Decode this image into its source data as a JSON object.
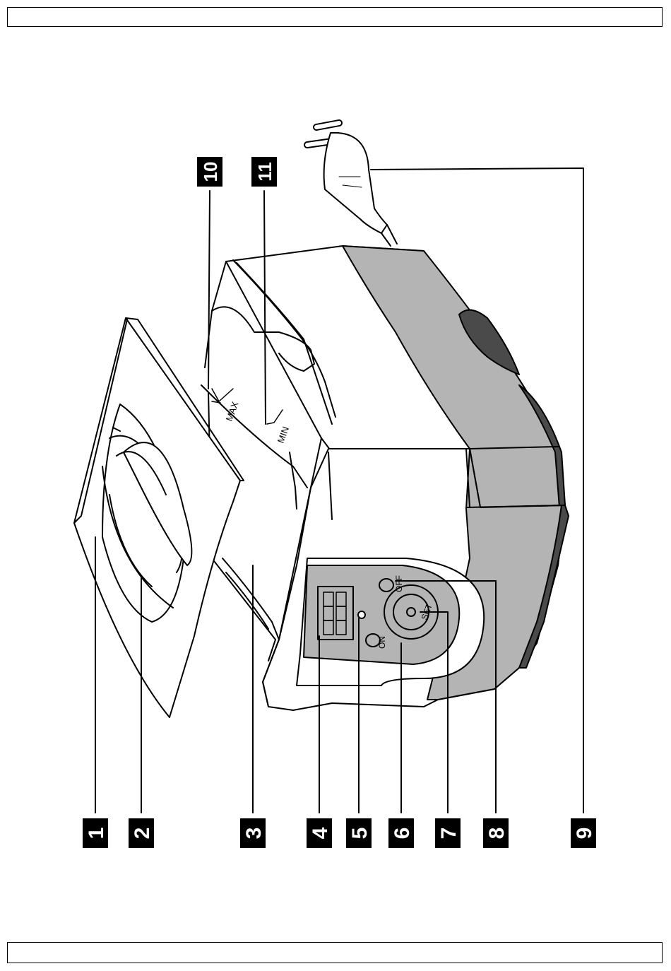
{
  "callouts": [
    {
      "id": "1",
      "name": "lid"
    },
    {
      "id": "2",
      "name": "basket"
    },
    {
      "id": "3",
      "name": "tank"
    },
    {
      "id": "4",
      "name": "display"
    },
    {
      "id": "5",
      "name": "indicator"
    },
    {
      "id": "6",
      "name": "on-button"
    },
    {
      "id": "7",
      "name": "set-button"
    },
    {
      "id": "8",
      "name": "off-button"
    },
    {
      "id": "9",
      "name": "power-plug"
    },
    {
      "id": "10",
      "name": "max-mark"
    },
    {
      "id": "11",
      "name": "min-mark"
    }
  ],
  "panel_labels": {
    "on": "ON",
    "set": "SET",
    "off": "OFF"
  },
  "level_labels": {
    "max": "MAX",
    "min": "MIN"
  },
  "colors": {
    "body_grey": "#b4b4b4",
    "dark_grey": "#4a4a4a",
    "outline": "#000000",
    "label_bg": "#000000",
    "label_fg": "#ffffff"
  }
}
